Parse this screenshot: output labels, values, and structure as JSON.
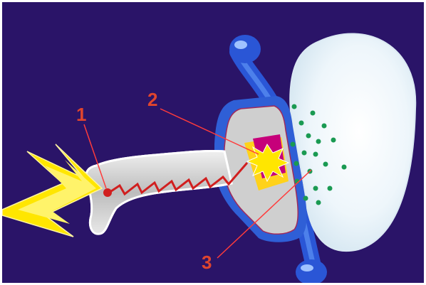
{
  "colors": {
    "background": "#2a1468",
    "label": "#e0452e",
    "leader_line": "#ff3b3b",
    "nerve": "#d11f1f",
    "impulse_flash": "#ffe600",
    "axon_fill": "#c9c9c9",
    "terminal_outline": "#2f5fd6",
    "vesicle_pocket": "#c6007a",
    "neurotransmitter": "#1a9a52",
    "target_cell": "#e9f2fa",
    "cell_edge": "#1e4fc8"
  },
  "callouts": [
    {
      "number": "1"
    },
    {
      "number": "2"
    },
    {
      "number": "3"
    }
  ]
}
